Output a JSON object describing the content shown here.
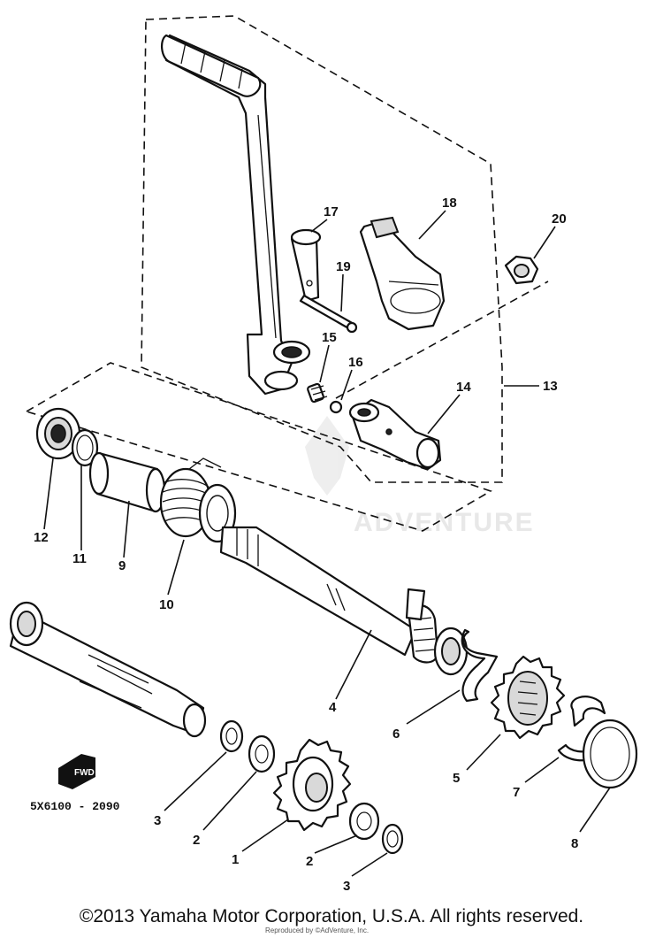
{
  "diagram": {
    "reference_code": "5X6100 - 2090",
    "fwd_label": "FWD",
    "watermark": "ADVENTURE",
    "copyright": "©2013 Yamaha Motor Corporation, U.S.A. All rights reserved.",
    "reproduced_note": "Reproduced by ©AdVenture, Inc.",
    "callouts": {
      "c1": "1",
      "c2a": "2",
      "c2b": "2",
      "c3a": "3",
      "c3b": "3",
      "c4": "4",
      "c5": "5",
      "c6": "6",
      "c7": "7",
      "c8": "8",
      "c9": "9",
      "c10": "10",
      "c11": "11",
      "c12": "12",
      "c13": "13",
      "c14": "14",
      "c15": "15",
      "c16": "16",
      "c17": "17",
      "c18": "18",
      "c19": "19",
      "c20": "20"
    }
  }
}
